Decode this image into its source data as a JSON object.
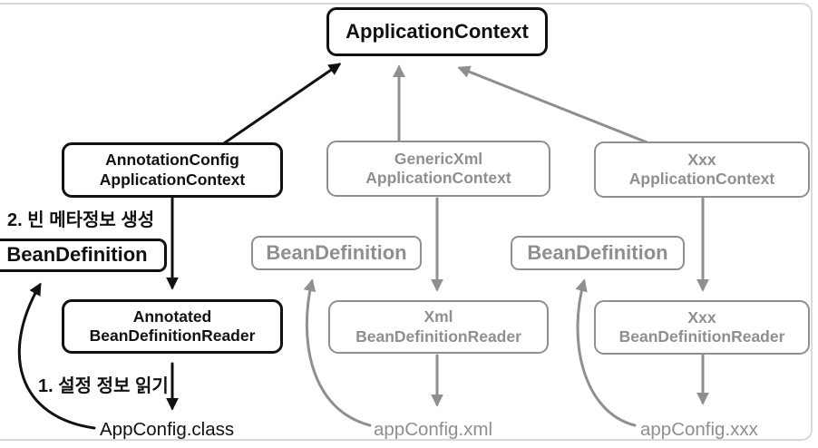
{
  "colors": {
    "black": "#111111",
    "gray": "#8f8f8f",
    "frame_border": "#d9d9d9"
  },
  "nodes": {
    "application_context": {
      "label": "ApplicationContext"
    },
    "annotation_config_application_context": {
      "line1": "AnnotationConfig",
      "line2": "ApplicationContext"
    },
    "generic_xml_application_context": {
      "line1": "GenericXml",
      "line2": "ApplicationContext"
    },
    "xxx_application_context": {
      "line1": "Xxx",
      "line2": "ApplicationContext"
    },
    "bean_definition_annotation": {
      "label": "BeanDefinition"
    },
    "bean_definition_xml": {
      "label": "BeanDefinition"
    },
    "bean_definition_xxx": {
      "label": "BeanDefinition"
    },
    "annotated_bean_definition_reader": {
      "line1": "Annotated",
      "line2": "BeanDefinitionReader"
    },
    "xml_bean_definition_reader": {
      "line1": "Xml",
      "line2": "BeanDefinitionReader"
    },
    "xxx_bean_definition_reader": {
      "line1": "Xxx",
      "line2": "BeanDefinitionReader"
    }
  },
  "labels": {
    "step_2": "2. 빈 메타정보 생성",
    "step_1": "1. 설정 정보 읽기",
    "config_class": "AppConfig.class",
    "config_xml": "appConfig.xml",
    "config_xxx": "appConfig.xxx"
  },
  "edges": [
    {
      "from": "AnnotationConfigApplicationContext",
      "to": "ApplicationContext",
      "color": "black",
      "shape": "diagonal"
    },
    {
      "from": "AnnotationConfigApplicationContext",
      "to": "AnnotatedBeanDefinitionReader",
      "color": "black",
      "shape": "vertical"
    },
    {
      "from": "AnnotatedBeanDefinitionReader",
      "to": "AppConfig.class",
      "color": "black",
      "shape": "vertical"
    },
    {
      "from": "AppConfig.class",
      "to": "BeanDefinition",
      "color": "black",
      "shape": "curved"
    },
    {
      "from": "GenericXmlApplicationContext",
      "to": "ApplicationContext",
      "color": "gray",
      "shape": "vertical"
    },
    {
      "from": "GenericXmlApplicationContext",
      "to": "XmlBeanDefinitionReader",
      "color": "gray",
      "shape": "vertical"
    },
    {
      "from": "XmlBeanDefinitionReader",
      "to": "appConfig.xml",
      "color": "gray",
      "shape": "vertical"
    },
    {
      "from": "appConfig.xml",
      "to": "BeanDefinition",
      "color": "gray",
      "shape": "curved"
    },
    {
      "from": "XxxApplicationContext",
      "to": "ApplicationContext",
      "color": "gray",
      "shape": "diagonal"
    },
    {
      "from": "XxxApplicationContext",
      "to": "XxxBeanDefinitionReader",
      "color": "gray",
      "shape": "vertical"
    },
    {
      "from": "XxxBeanDefinitionReader",
      "to": "appConfig.xxx",
      "color": "gray",
      "shape": "vertical"
    },
    {
      "from": "appConfig.xxx",
      "to": "BeanDefinition",
      "color": "gray",
      "shape": "curved"
    }
  ]
}
